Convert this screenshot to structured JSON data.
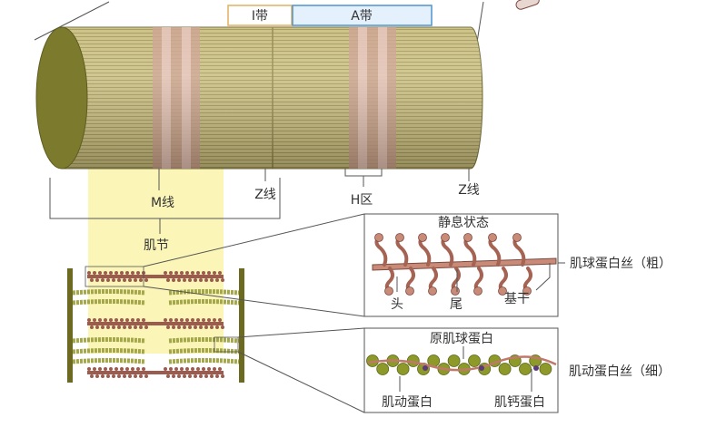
{
  "labels": {
    "i_band": "I带",
    "a_band": "A带",
    "m_line": "M线",
    "z_line_left": "Z线",
    "h_zone": "H区",
    "z_line_right": "Z线",
    "sarcomere": "肌节",
    "resting_state": "静息状态",
    "head": "头",
    "tail": "尾",
    "stem": "基干",
    "thick_filament": "肌球蛋白丝（粗）",
    "tropomyosin": "原肌球蛋白",
    "actin": "肌动蛋白",
    "troponin": "肌钙蛋白",
    "thin_filament": "肌动蛋白丝（细）"
  },
  "colors": {
    "cylinder_body": "#c7bb7a",
    "cylinder_end": "#7c7a2c",
    "band_pink": "#c89a88",
    "highlight_yellow": "#fbf6b8",
    "i_band_border": "#e0b060",
    "a_band_border": "#4f94cd",
    "a_band_fill": "#e4f0fb",
    "thick_filament": "#9b5b4f",
    "thin_filament": "#a3a74a",
    "z_disc": "#6b6a20",
    "actin_bead": "#8d9a2a",
    "tropomyosin_strand": "#c0786a"
  }
}
